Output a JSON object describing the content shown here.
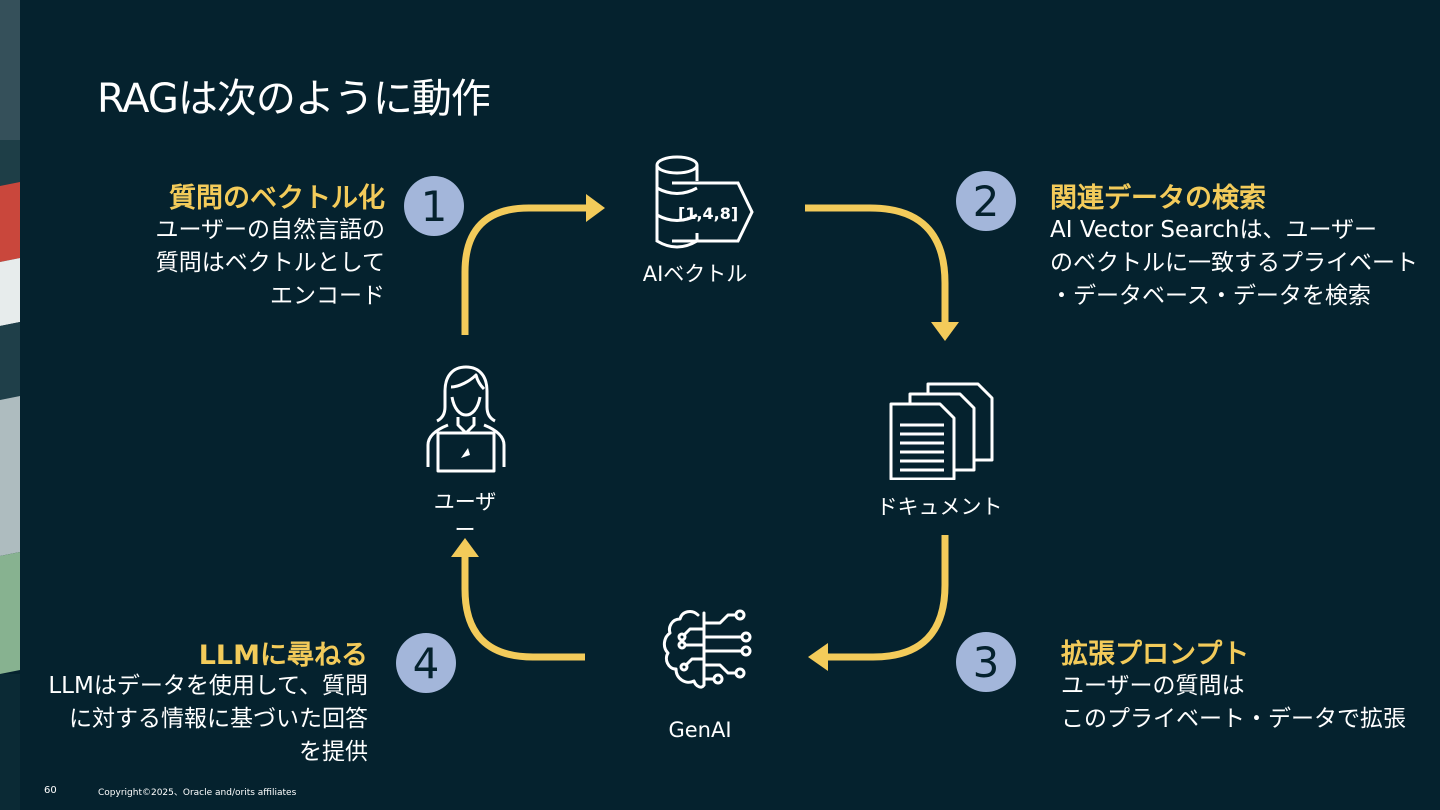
{
  "slide": {
    "title": "RAGは次のように動作",
    "page_number": "60",
    "copyright": "Copyright©2025、Oracle and/orits affiliates"
  },
  "steps": [
    {
      "number": "1",
      "title": "質問のベクトル化",
      "desc_lines": [
        "ユーザーの自然言語の",
        "質問はベクトルとして",
        "エンコード"
      ]
    },
    {
      "number": "2",
      "title": "関連データの検索",
      "desc_lines": [
        "AI Vector Searchは、ユーザー",
        "のベクトルに一致するプライベート",
        "・データベース・データを検索"
      ]
    },
    {
      "number": "3",
      "title": "拡張プロンプト",
      "desc_lines": [
        "ユーザーの質問は",
        "このプライベート・データで拡張"
      ]
    },
    {
      "number": "4",
      "title": "LLMに尋ねる",
      "desc_lines": [
        "LLMはデータを使用して、質問",
        "に対する情報に基づいた回答",
        "を提供"
      ]
    }
  ],
  "nodes": {
    "ai_vector": {
      "label": "AIベクトル",
      "vector_text": "[1,4,8]"
    },
    "user": {
      "label_line1": "ユーザ",
      "label_line2": "ー"
    },
    "documents": {
      "label": "ドキュメント"
    },
    "genai": {
      "label": "GenAI"
    }
  },
  "colors": {
    "background": "#05222E",
    "accent_yellow": "#F3CB5A",
    "circle_blue": "#A3B6DA",
    "text": "#FFFFFF"
  }
}
